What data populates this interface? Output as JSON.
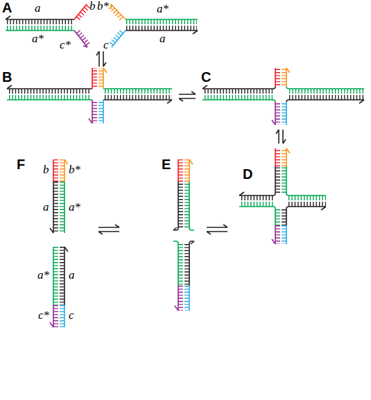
{
  "diagram": {
    "labels": [
      "A",
      "a",
      "b",
      "b*",
      "a*",
      "a*",
      "c*",
      "c",
      "a",
      "B",
      "C",
      "D",
      "E",
      "F",
      "b",
      "b*",
      "a",
      "a*",
      "a*",
      "a",
      "c*",
      "c"
    ]
  }
}
